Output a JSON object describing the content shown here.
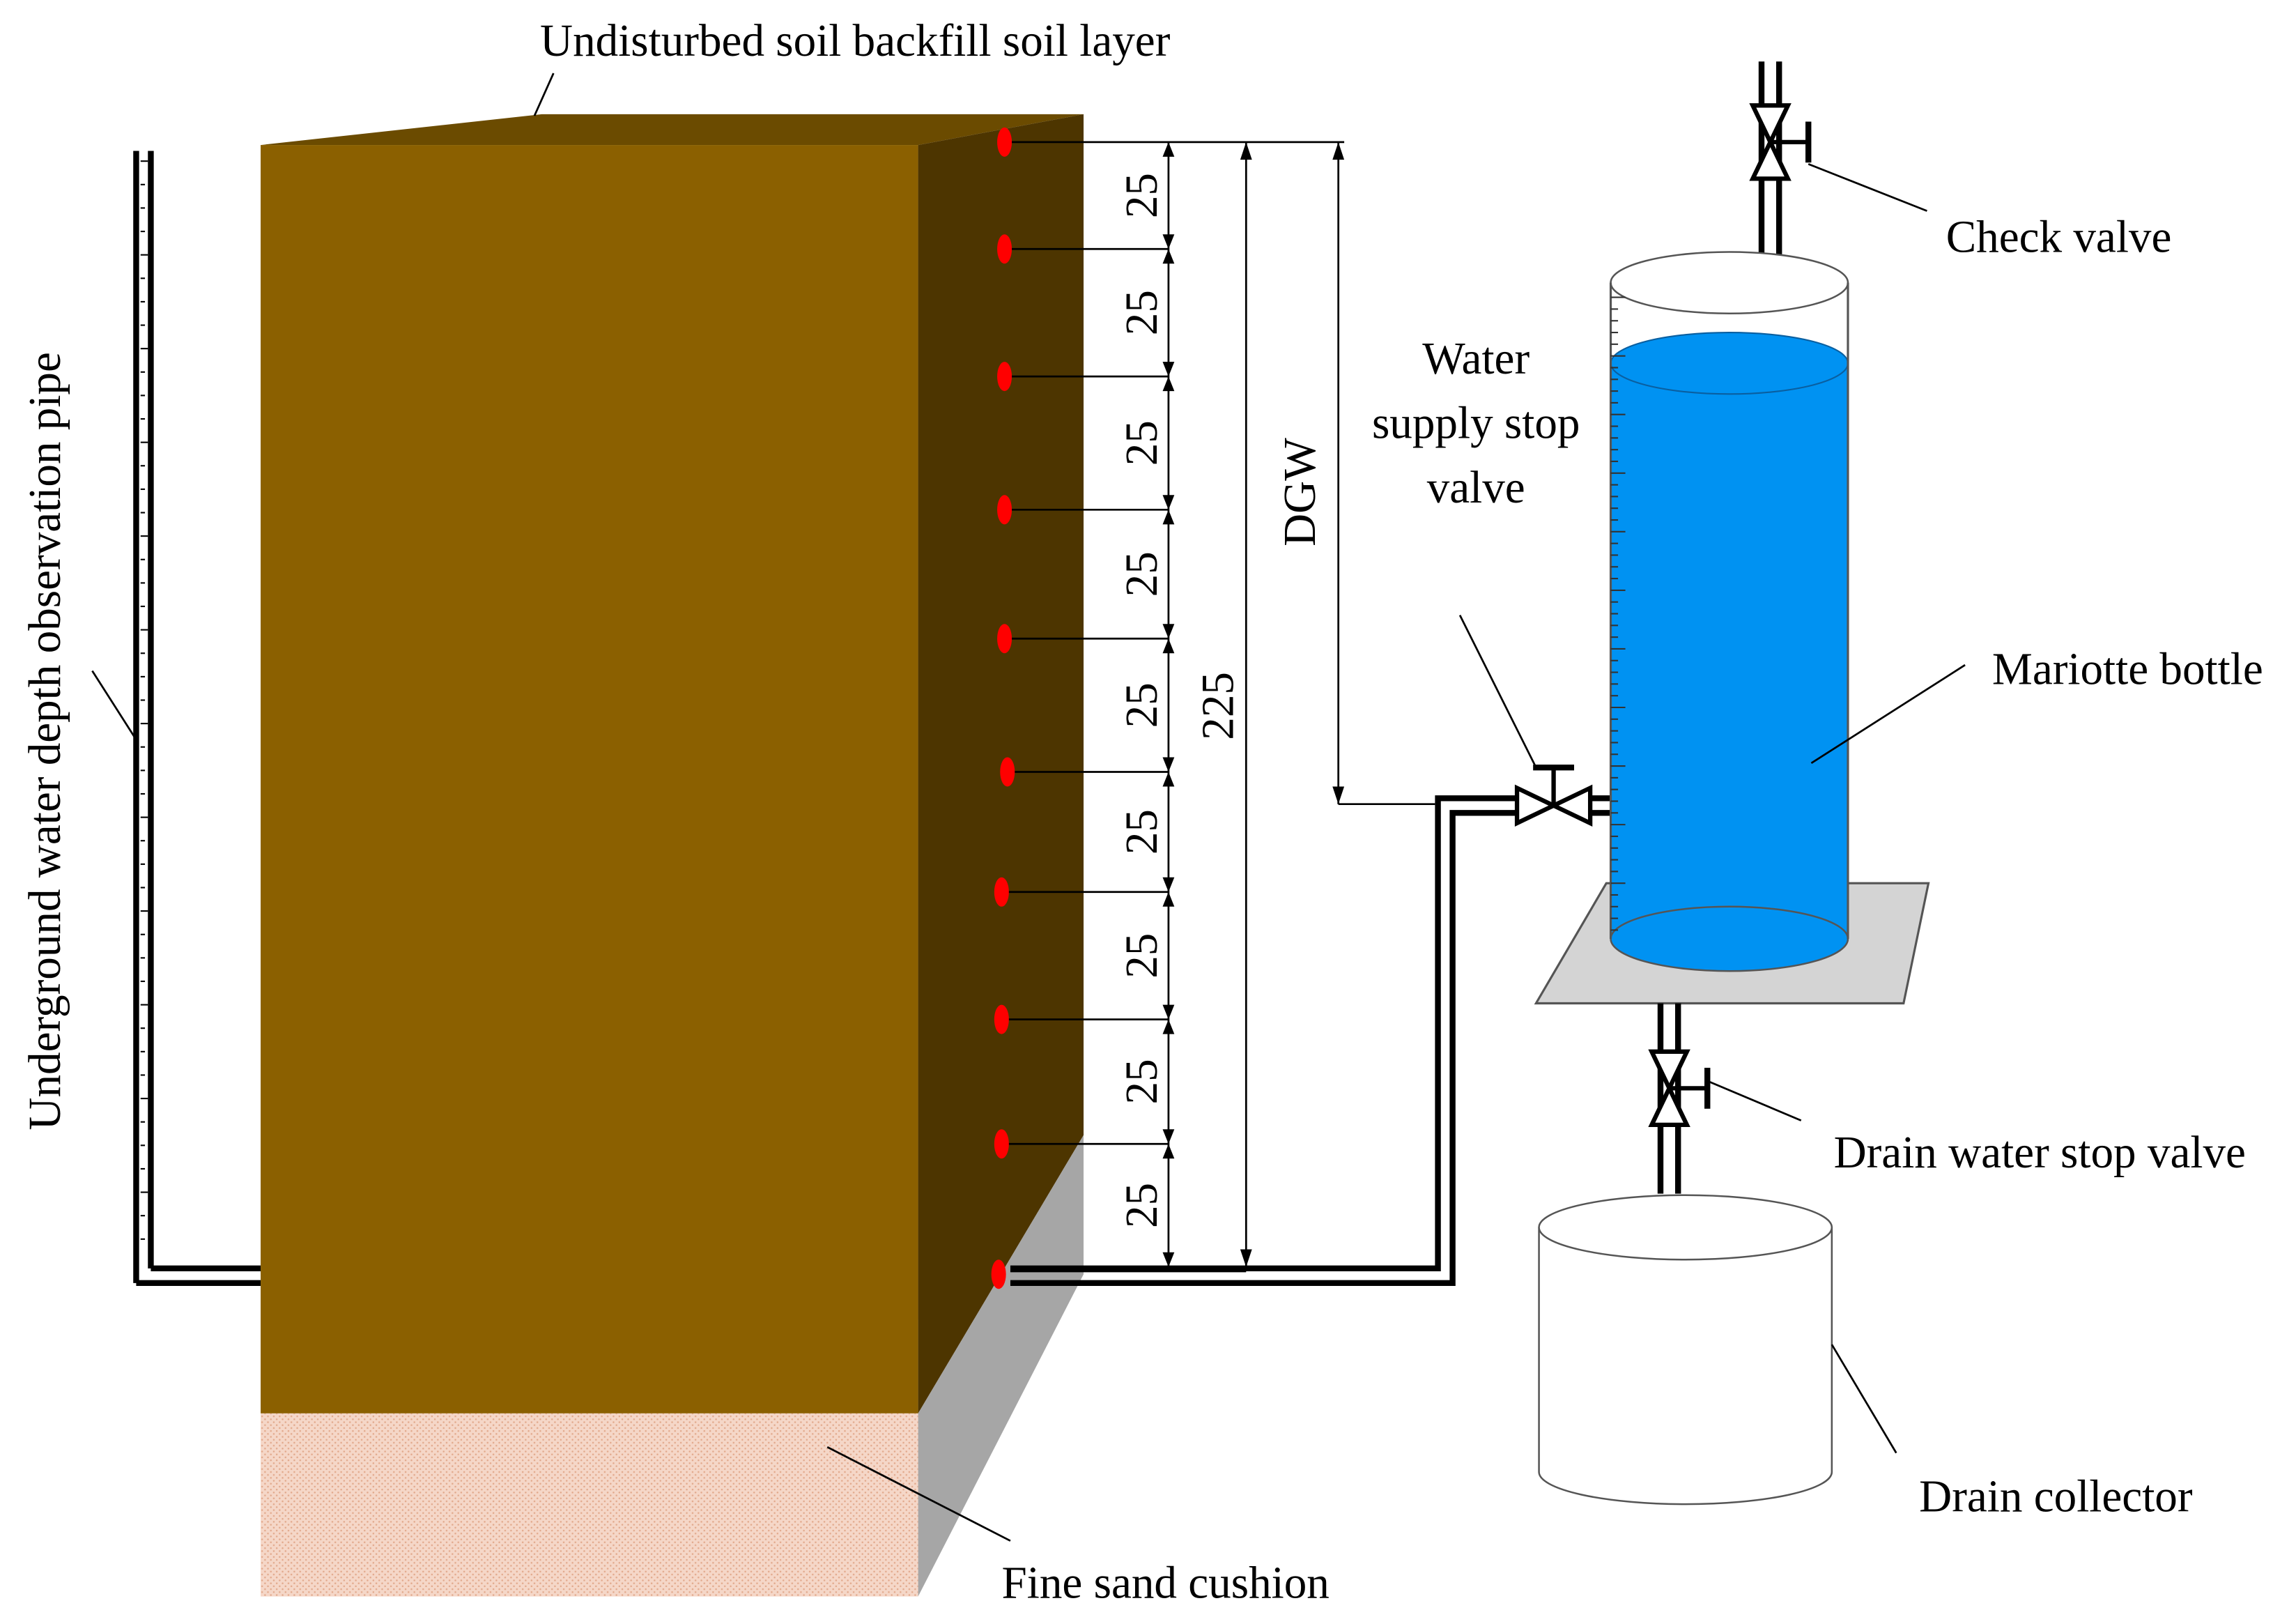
{
  "labels": {
    "soil_layer": "Undisturbed soil backfill soil layer",
    "observation_pipe": "Underground water depth observation pipe",
    "check_valve": "Check valve",
    "supply_valve_line1": "Water",
    "supply_valve_line2": "supply stop",
    "supply_valve_line3": "valve",
    "mariotte_bottle": "Mariotte bottle",
    "drain_valve": "Drain water stop valve",
    "drain_collector": "Drain collector",
    "fine_sand": "Fine sand cushion",
    "dgw": "DGW",
    "total_depth": "225"
  },
  "sensor_spacing_label": "25",
  "sensor_spacings": [
    "25",
    "25",
    "25",
    "25",
    "25",
    "25",
    "25",
    "25",
    "25"
  ],
  "colors": {
    "soil_front": "#8B6000",
    "soil_side": "#4D3500",
    "soil_top": "#6B4B00",
    "sand": "#F5D7C8",
    "sand_side": "#A6A6A6",
    "water": "#0092F2",
    "sensor": "#FF0000",
    "plate": "#D4D4D4"
  }
}
